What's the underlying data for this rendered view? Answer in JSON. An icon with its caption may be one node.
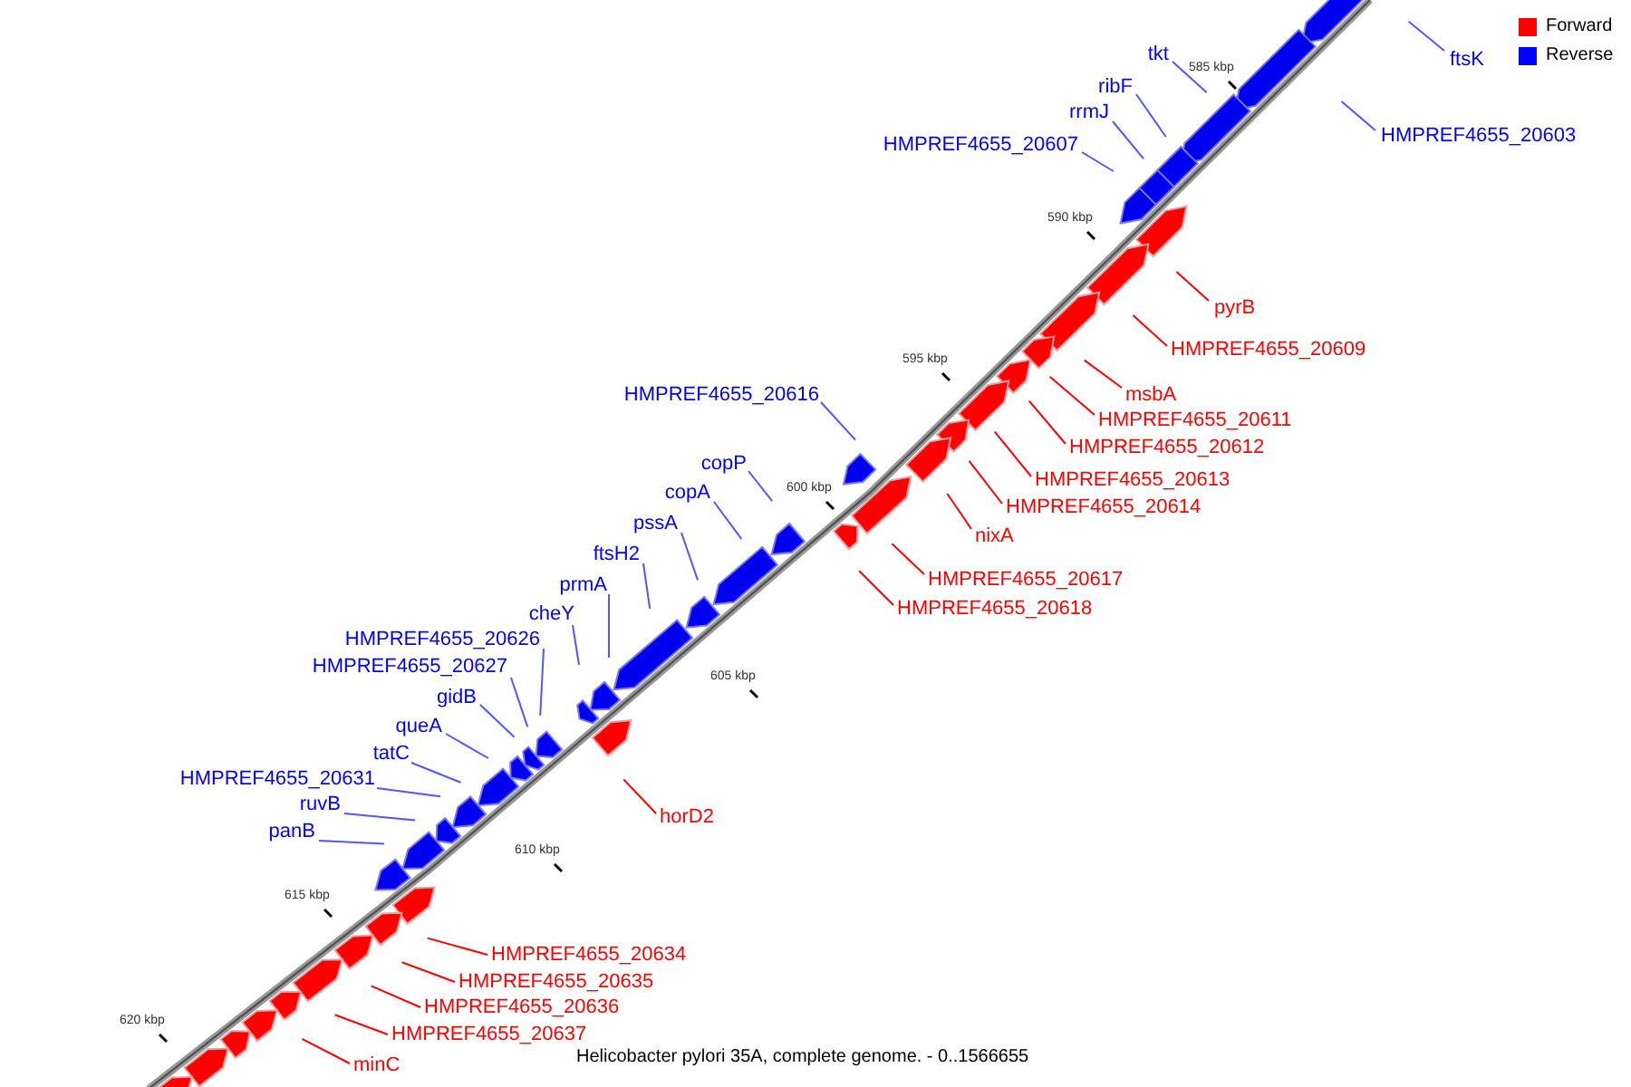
{
  "diagram": {
    "caption": "Helicobacter pylori 35A, complete genome. - 0..1566655",
    "nodes": [
      {
        "text": [
          "ftsK"
        ]
      },
      {
        "text": [
          "HMPREF4655_20603"
        ]
      },
      {
        "text": [
          "tkt"
        ]
      },
      {
        "text": [
          "ribF"
        ]
      },
      {
        "text": [
          "rrmJ"
        ]
      },
      {
        "text": [
          "HMPREF4655_20607"
        ]
      },
      {
        "text": [
          "pyrB"
        ]
      },
      {
        "text": [
          "HMPREF4655_20609"
        ]
      },
      {
        "text": [
          "msbA"
        ]
      },
      {
        "text": [
          "HMPREF4655_20611"
        ]
      },
      {
        "text": [
          "HMPREF4655_20612"
        ]
      },
      {
        "text": [
          "HMPREF4655_20616"
        ]
      },
      {
        "text": [
          "HMPREF4655_20613"
        ]
      },
      {
        "text": [
          "copP"
        ]
      },
      {
        "text": [
          "copA"
        ]
      },
      {
        "text": [
          "HMPREF4655_20614"
        ]
      },
      {
        "text": [
          "pssA"
        ]
      },
      {
        "text": [
          "nixA"
        ]
      },
      {
        "text": [
          "ftsH2"
        ]
      },
      {
        "text": [
          "HMPREF4655_20617"
        ]
      },
      {
        "text": [
          "prmA"
        ]
      },
      {
        "text": [
          "HMPREF4655_20618"
        ]
      },
      {
        "text": [
          "cheY"
        ]
      },
      {
        "text": [
          "HMPREF4655_20626"
        ]
      },
      {
        "text": [
          "HMPREF4655_20627"
        ]
      },
      {
        "text": [
          "gidB"
        ]
      },
      {
        "text": [
          "queA"
        ]
      },
      {
        "text": [
          "tatC"
        ]
      },
      {
        "text": [
          "HMPREF4655_20631"
        ]
      },
      {
        "text": [
          "ruvB"
        ]
      },
      {
        "text": [
          "horD2"
        ]
      },
      {
        "text": [
          "panB"
        ]
      },
      {
        "text": [
          "HMPREF4655_20634"
        ]
      },
      {
        "text": [
          "HMPREF4655_20635"
        ]
      },
      {
        "text": [
          "HMPREF4655_20636"
        ]
      },
      {
        "text": [
          "HMPREF4655_20637"
        ]
      },
      {
        "text": [
          "minC"
        ]
      }
    ],
    "edges": [
      {
        "from": 0,
        "to": null,
        "arrow": "none"
      },
      {
        "from": 1,
        "to": null,
        "arrow": "none"
      },
      {
        "from": 2,
        "to": null,
        "arrow": "none"
      },
      {
        "from": 3,
        "to": null,
        "arrow": "none"
      },
      {
        "from": 4,
        "to": null,
        "arrow": "none"
      },
      {
        "from": 5,
        "to": null,
        "arrow": "none"
      },
      {
        "from": 6,
        "to": null,
        "arrow": "none",
        "color": "#ff0000"
      },
      {
        "from": 7,
        "to": null,
        "arrow": "none",
        "color": "#ff0000"
      },
      {
        "from": 8,
        "to": null,
        "arrow": "none",
        "color": "#ff0000"
      },
      {
        "from": 9,
        "to": null,
        "arrow": "none",
        "color": "#ff0000"
      },
      {
        "from": 10,
        "to": null,
        "arrow": "none",
        "color": "#ff0000"
      },
      {
        "from": 11,
        "to": null,
        "arrow": "none"
      },
      {
        "from": 12,
        "to": null,
        "arrow": "none",
        "color": "#ff0000"
      },
      {
        "from": 13,
        "to": null,
        "arrow": "none"
      },
      {
        "from": 14,
        "to": null,
        "arrow": "none"
      },
      {
        "from": 15,
        "to": null,
        "arrow": "none",
        "color": "#ff0000"
      },
      {
        "from": 16,
        "to": null,
        "arrow": "none"
      },
      {
        "from": 17,
        "to": null,
        "arrow": "none",
        "color": "#ff0000"
      },
      {
        "from": 18,
        "to": null,
        "arrow": "none"
      },
      {
        "from": 19,
        "to": null,
        "arrow": "none",
        "color": "#ff0000"
      },
      {
        "from": 20,
        "to": null,
        "arrow": "none"
      },
      {
        "from": 21,
        "to": null,
        "arrow": "none",
        "color": "#ff0000"
      },
      {
        "from": 22,
        "to": null,
        "arrow": "none"
      },
      {
        "from": 23,
        "to": null,
        "arrow": "none"
      },
      {
        "from": 24,
        "to": null,
        "arrow": "none"
      },
      {
        "from": 25,
        "to": null,
        "arrow": "none"
      },
      {
        "from": 26,
        "to": null,
        "arrow": "none"
      },
      {
        "from": 27,
        "to": null,
        "arrow": "none"
      },
      {
        "from": 28,
        "to": null,
        "arrow": "none"
      },
      {
        "from": 29,
        "to": null,
        "arrow": "none"
      },
      {
        "from": 30,
        "to": null,
        "arrow": "none",
        "color": "#ff0000"
      },
      {
        "from": 31,
        "to": null,
        "arrow": "none"
      },
      {
        "from": 32,
        "to": null,
        "arrow": "none",
        "color": "#ff0000"
      },
      {
        "from": 33,
        "to": null,
        "arrow": "none",
        "color": "#ff0000"
      },
      {
        "from": 34,
        "to": null,
        "arrow": "none",
        "color": "#ff0000"
      },
      {
        "from": 35,
        "to": null,
        "arrow": "none",
        "color": "#ff0000"
      },
      {
        "from": 36,
        "to": null,
        "arrow": "none",
        "color": "#ff0000"
      }
    ],
    "labels": [
      "585 kbp",
      "590 kbp",
      "595 kbp",
      "600 kbp",
      "605 kbp",
      "610 kbp",
      "615 kbp",
      "620 kbp"
    ],
    "legend": [
      {
        "text": "Forward",
        "color": "#ff0000"
      },
      {
        "text": "Reverse",
        "color": "#0000ff"
      }
    ]
  }
}
